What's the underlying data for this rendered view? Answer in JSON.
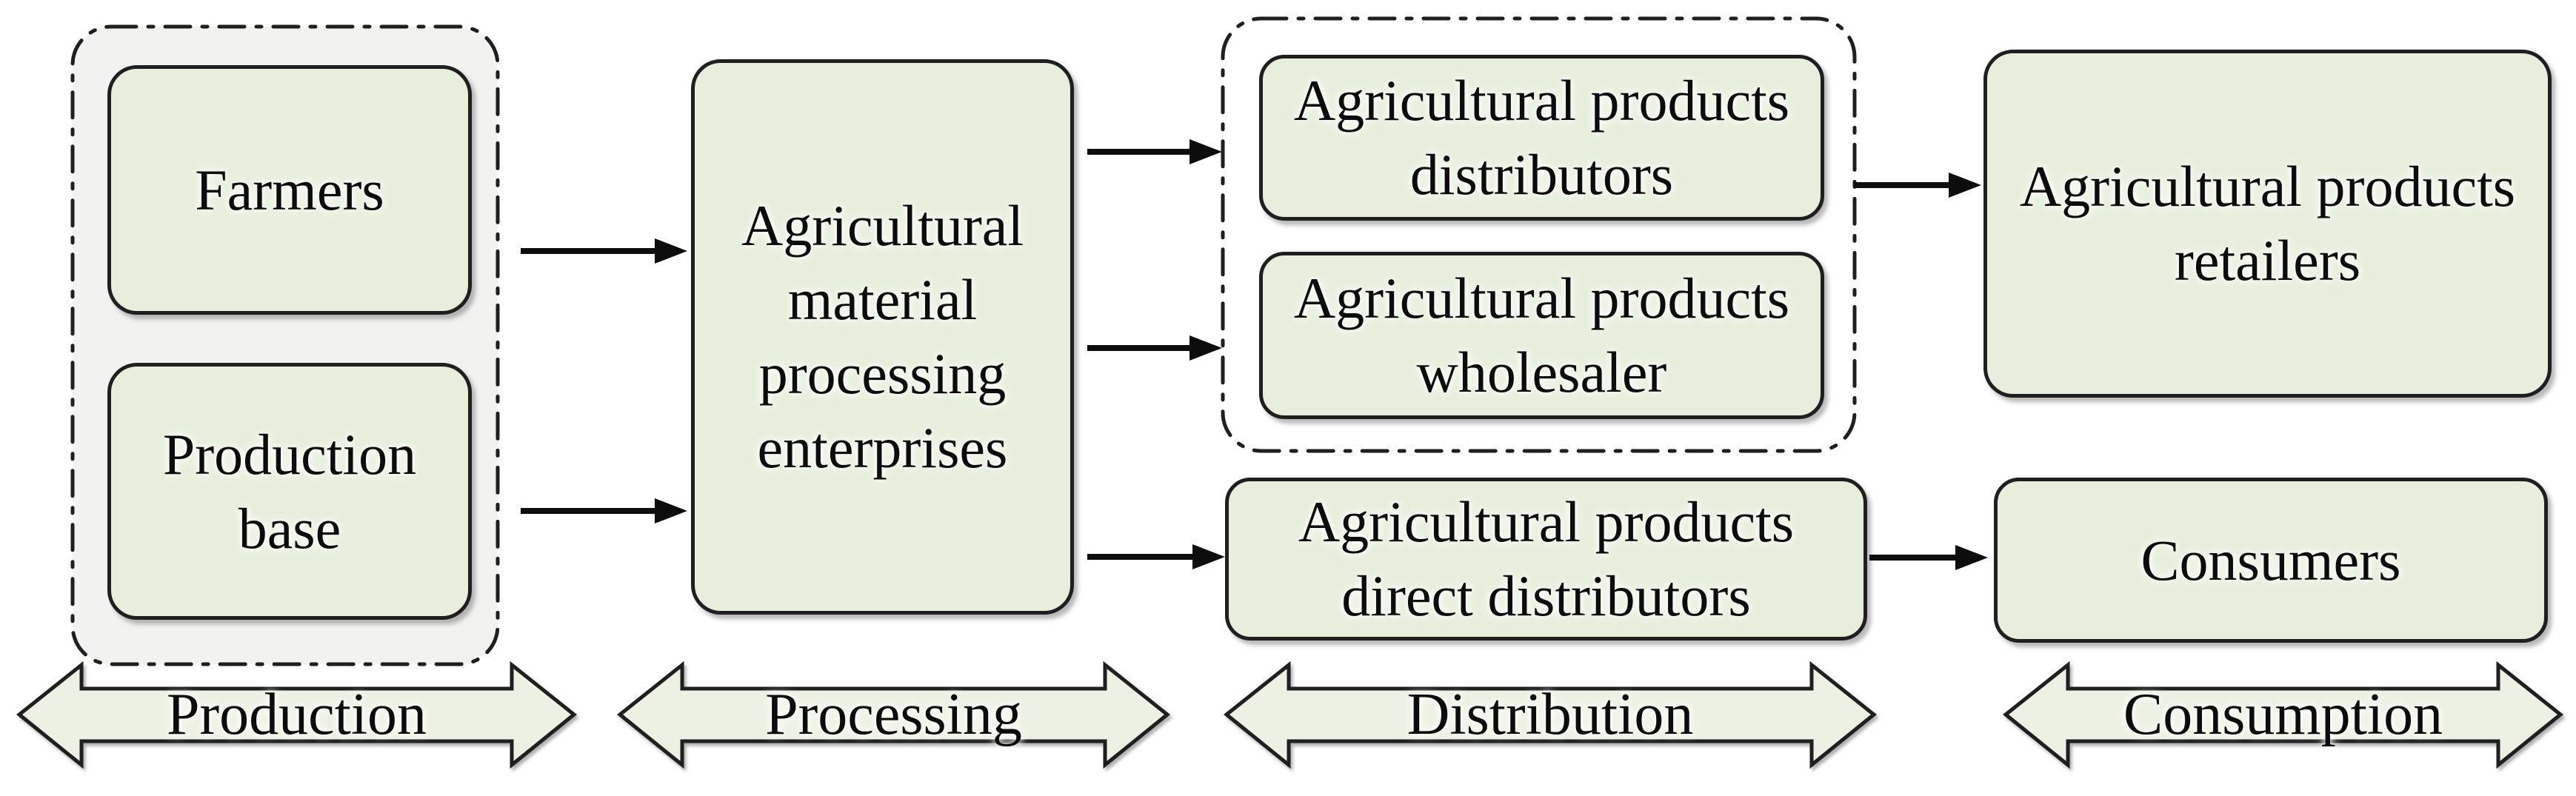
{
  "nodes": {
    "farmers": "Farmers",
    "production_base": "Production\nbase",
    "processing": "Agricultural\nmaterial\nprocessing\nenterprises",
    "distributors": "Agricultural products\ndistributors",
    "wholesaler": "Agricultural products\nwholesaler",
    "direct_distributors": "Agricultural products\ndirect distributors",
    "retailers": "Agricultural products\nretailers",
    "consumers": "Consumers"
  },
  "banners": {
    "production": "Production",
    "processing": "Processing",
    "distribution": "Distribution",
    "consumption": "Consumption"
  },
  "colors": {
    "box_fill": "#e7efdc",
    "group_fill": "#f2f2f1",
    "banner_fill": "#edf1e3",
    "border": "#1f1f1f",
    "arrow": "#0d0d0d",
    "text": "#0c0c0c"
  }
}
